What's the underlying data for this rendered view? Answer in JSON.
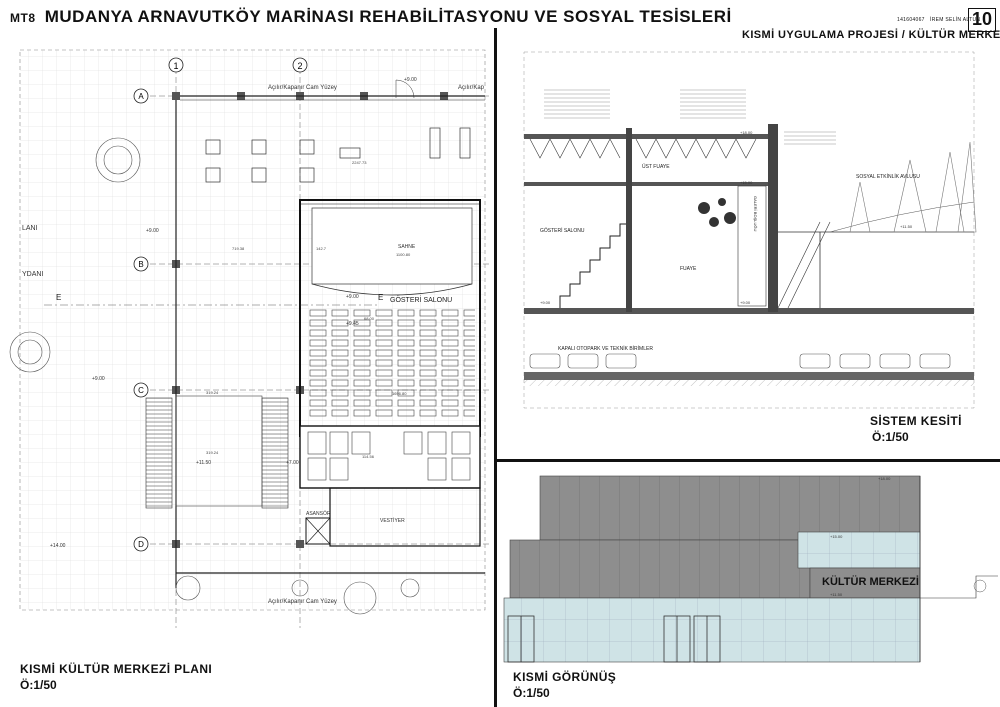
{
  "header": {
    "code": "MT8",
    "title": "MUDANYA ARNAVUTKÖY MARİNASI REHABİLİTASYONU VE SOSYAL TESİSLERİ",
    "student_id": "141604067",
    "student_name": "İREM SELİN ALTUN",
    "page_number": "10",
    "subtitle": "KISMİ UYGULAMA PROJESİ / KÜLTÜR MERKEZİ"
  },
  "plan": {
    "caption": "KISMİ KÜLTÜR MERKEZİ PLANI",
    "scale": "Ö:1/50",
    "axes": [
      "1",
      "2"
    ],
    "rows": [
      "A",
      "B",
      "C",
      "D"
    ],
    "room_labels": {
      "screening_hall": "GÖSTERİ SALONU",
      "stage": "SAHNE",
      "restroom": "VESTİYER",
      "elevator": "ASANSÖR",
      "glass_facade_top": "Açılır/Kapanır Cam Yüzey",
      "glass_facade_bottom": "Açılır/Kapanır Cam Yüzey",
      "cropped_left_1": "LANI",
      "cropped_left_2": "YDANI",
      "cropped_right": "Açılır/Kap",
      "section_mark": "E"
    },
    "levels": [
      "+9.00",
      "+9.00",
      "+9.00",
      "+9.00",
      "+9.45",
      "+11.50",
      "+7.00",
      "+14.00"
    ],
    "dimensions": [
      "2247.73",
      "719.38",
      "1100.80",
      "1696.80",
      "319.24",
      "319.24",
      "142.7",
      "114.56",
      "68.00"
    ]
  },
  "section": {
    "caption": "SİSTEM KESİTİ",
    "scale": "Ö:1/50",
    "labels": {
      "screening_hall": "GÖSTERİ SALONU",
      "upper_foyer": "ÜST FUAYE",
      "foyer": "FUAYE",
      "gallery_void": "GALERİ BOŞLUĞU",
      "social_plaza": "SOSYAL ETKİNLİK AVLUSU",
      "parking": "KAPALI OTOPARK VE TEKNİK BİRİMLER"
    },
    "levels": [
      "+18.00",
      "+15.00",
      "+9.00",
      "+9.00",
      "+11.50"
    ]
  },
  "elevation": {
    "caption": "KISMİ GÖRÜNÜŞ",
    "scale": "Ö:1/50",
    "signage": "KÜLTÜR MERKEZİ",
    "levels": [
      "+18.00",
      "+15.00",
      "+11.50"
    ]
  },
  "colors": {
    "line": "#2a2a2a",
    "cladding": "#8e8e8e",
    "glass": "#cfe3e6",
    "void_hatch": "#9a9a9a"
  }
}
